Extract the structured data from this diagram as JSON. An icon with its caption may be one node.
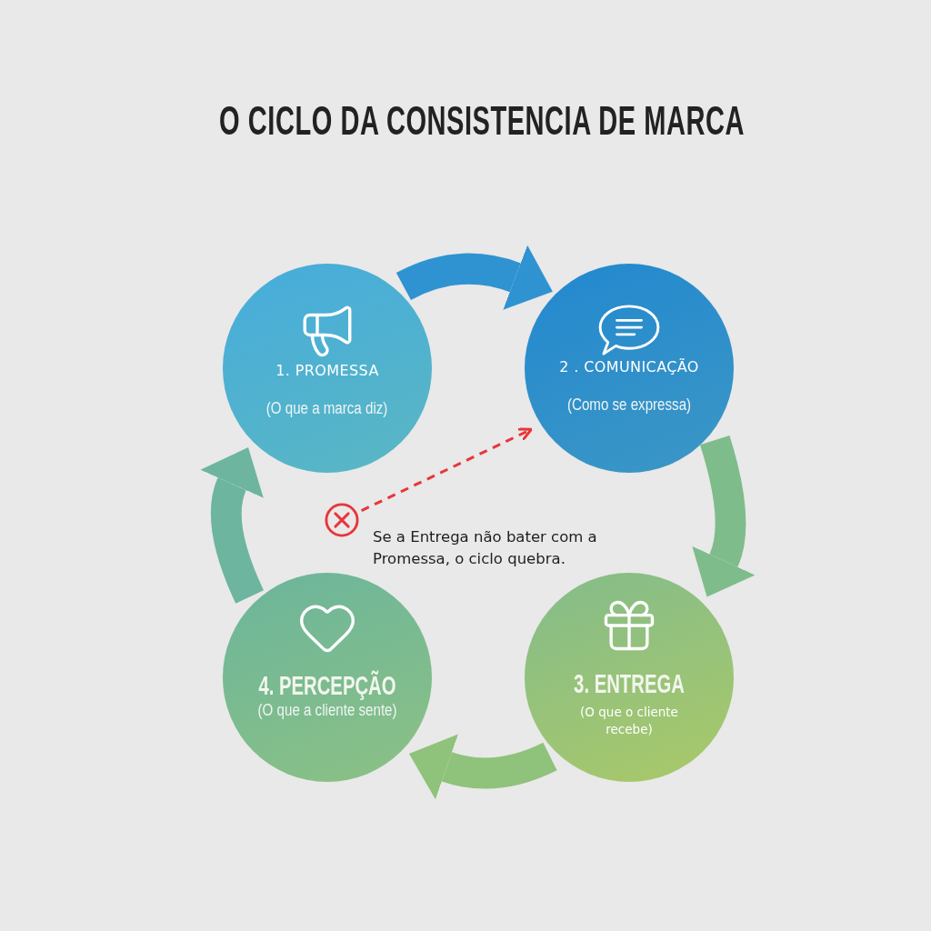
{
  "diagram": {
    "title": "O CICLO DA CONSISTENCIA DE MARCA",
    "nodes": [
      {
        "text": [
          "1. PROMESSA",
          "(O que a marca diz)"
        ]
      },
      {
        "text": [
          "2 . COMUNICAÇÃO",
          "(Como se expressa)"
        ]
      },
      {
        "text": [
          "3. ENTREGA",
          "(O que o cliente recebe)"
        ]
      },
      {
        "text": [
          "4. PERCEPÇÃO",
          "(O que a cliente sente)"
        ]
      },
      {
        "text": [],
        "shape": "circle"
      }
    ],
    "edges": [
      {
        "from": 0,
        "to": 1,
        "arrow": "to",
        "color": "#2f93d2"
      },
      {
        "from": 1,
        "to": 2,
        "arrow": "to",
        "color": "#7fbc8b"
      },
      {
        "from": 2,
        "to": 3,
        "arrow": "to",
        "color": "#8fc27a"
      },
      {
        "from": 3,
        "to": 0,
        "arrow": "to",
        "color": "#6db59f"
      },
      {
        "from": 4,
        "to": 1,
        "arrow": "to",
        "style": "dashed",
        "color": "#e8353b"
      }
    ],
    "labels": [
      "Se a Entrega não bater com a Promessa, o ciclo quebra."
    ]
  }
}
